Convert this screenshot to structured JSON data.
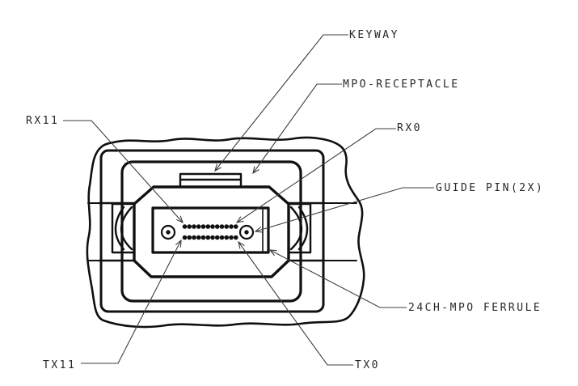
{
  "colors": {
    "background": "#ffffff",
    "drawing_line": "#101010",
    "leader_line": "#3d3d3d",
    "label_text": "#262626"
  },
  "callouts": {
    "keyway": "KEYWAY",
    "mpo_receptacle": "MPO-RECEPTACLE",
    "rx11": "RX11",
    "rx0": "RX0",
    "guide_pin": "GUIDE PIN(2X)",
    "ferrule": "24CH-MPO FERRULE",
    "tx11": "TX11",
    "tx0": "TX0"
  },
  "drawing": {
    "ferrule": {
      "rows": 2,
      "fibers_per_row": 12,
      "total_channels": 24
    },
    "guide_pins": 2
  }
}
